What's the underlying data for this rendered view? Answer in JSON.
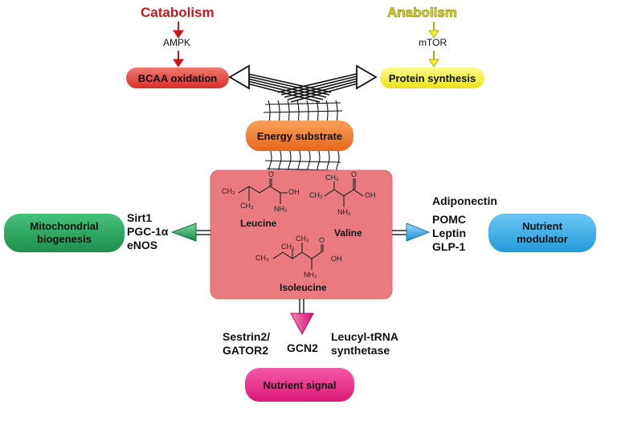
{
  "top": {
    "catabolism": {
      "title": "Catabolism",
      "mediator": "AMPK",
      "target": "BCAA oxidation"
    },
    "anabolism": {
      "title": "Anabolism",
      "mediator": "mTOR",
      "target": "Protein synthesis"
    }
  },
  "center": {
    "energy": "Energy substrate",
    "molecules": {
      "leucine": "Leucine",
      "valine": "Valine",
      "isoleucine": "Isoleucine"
    },
    "chem": {
      "ch3": "CH₃",
      "oh": "OH",
      "nh2": "NH₂",
      "o": "O"
    }
  },
  "left": {
    "box": [
      "Mitochondrial",
      "biogenesis"
    ],
    "mediators": [
      "Sirt1",
      "PGC-1α",
      "eNOS"
    ]
  },
  "right": {
    "box": [
      "Nutrient",
      "modulator"
    ],
    "mediators": [
      "Adiponectin",
      "POMC",
      "Leptin",
      "GLP-1"
    ]
  },
  "bottom": {
    "box": "Nutrient signal",
    "mediator_left": [
      "Sestrin2/",
      "GATOR2"
    ],
    "mediator_center": "GCN2",
    "mediator_right": [
      "Leucyl-tRNA",
      "synthetase"
    ]
  },
  "colors": {
    "catabolism": "#c8161d",
    "anabolism": "#e8e81a",
    "bcaa_box": "#e8473e",
    "protein_box": "#f5ef3a",
    "energy_box": "#f07a2a",
    "center_box": "#e97b80",
    "mito_box": "#2aa75e",
    "nutrient_modulator_box": "#3aa8e6",
    "nutrient_signal_box": "#ee2a8a"
  }
}
